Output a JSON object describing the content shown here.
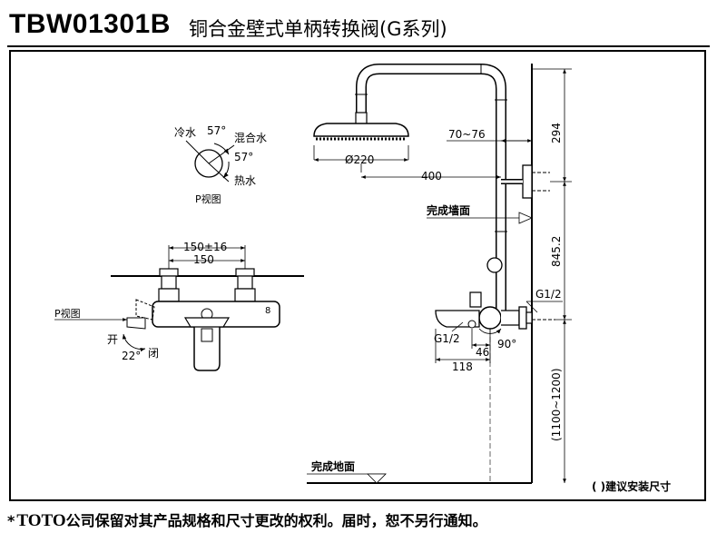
{
  "header": {
    "model": "TBW01301B",
    "subtitle": "铜合金壁式单柄转换阀(G系列)"
  },
  "handle_diagram": {
    "cold": "冷水",
    "angle_top": "57°",
    "mixed": "混合水",
    "angle_bottom": "57°",
    "hot": "热水",
    "view": "P视图"
  },
  "front_view": {
    "dim_outer": "150±16",
    "dim_inner": "150",
    "p_view": "P视图",
    "open": "开",
    "angle": "22°",
    "close": "闭",
    "mark": "8"
  },
  "side_view": {
    "dim_top": "294",
    "dim_head_offset": "70~76",
    "dim_head_dia": "Ø220",
    "dim_reach": "400",
    "finished_wall": "完成墙面",
    "dim_middle": "845.2",
    "thread_right": "G1/2",
    "thread_left": "G1/2",
    "dim_46": "46",
    "dim_90": "90°",
    "dim_118": "118",
    "dim_install": "(1100~1200)",
    "finished_floor": "完成地面",
    "note": "(    )建议安装尺寸"
  },
  "footer": {
    "star": "*",
    "brand": "TOTO",
    "text": "公司保留对其产品规格和尺寸更改的权利。届时，恕不另行通知。"
  }
}
